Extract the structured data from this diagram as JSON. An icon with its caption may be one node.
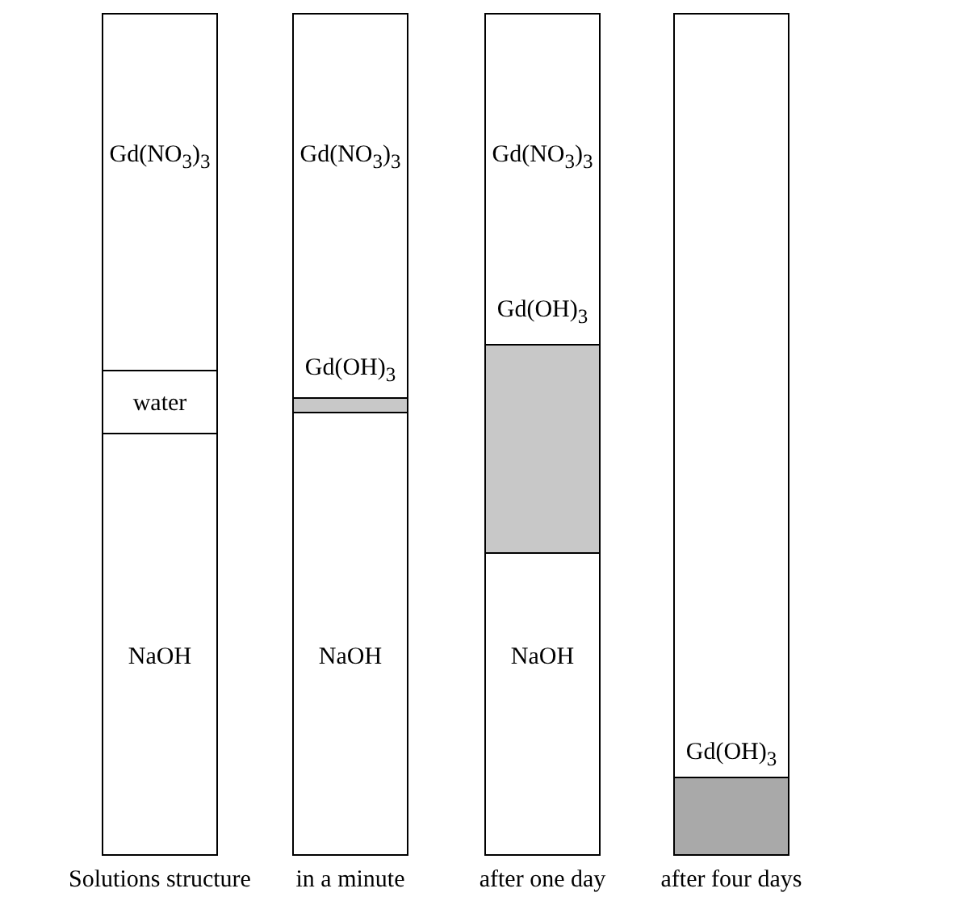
{
  "diagram": {
    "nodes": [
      {
        "text": [],
        "shape": "box",
        "beside": [
          "Solutions structure"
        ]
      },
      {
        "text": [
          "Gd(NO$_{3}$)$_{3}$"
        ],
        "in": 0
      },
      {
        "text": [
          "water"
        ],
        "in": 0
      },
      {
        "text": [
          "NaOH"
        ],
        "in": 0
      },
      {
        "text": [],
        "shape": "box",
        "beside": [
          "in a minute"
        ]
      },
      {
        "text": [
          "Gd(NO$_{3}$)$_{3}$"
        ],
        "in": 4
      },
      {
        "text": [
          "Gd(OH)$_{3}$"
        ],
        "in": 4
      },
      {
        "text": [
          "NaOH"
        ],
        "in": 4
      },
      {
        "text": [],
        "shape": "box",
        "beside": [
          "after one day"
        ]
      },
      {
        "text": [
          "Gd(NO$_{3}$)$_{3}$"
        ],
        "in": 8
      },
      {
        "text": [
          "Gd(OH)$_{3}$"
        ],
        "in": 8
      },
      {
        "text": [
          "NaOH"
        ],
        "in": 8
      },
      {
        "text": [],
        "shape": "box",
        "beside": [
          "after four days"
        ]
      },
      {
        "text": [
          "Gd(OH)$_{3}$"
        ],
        "in": 12
      }
    ]
  }
}
